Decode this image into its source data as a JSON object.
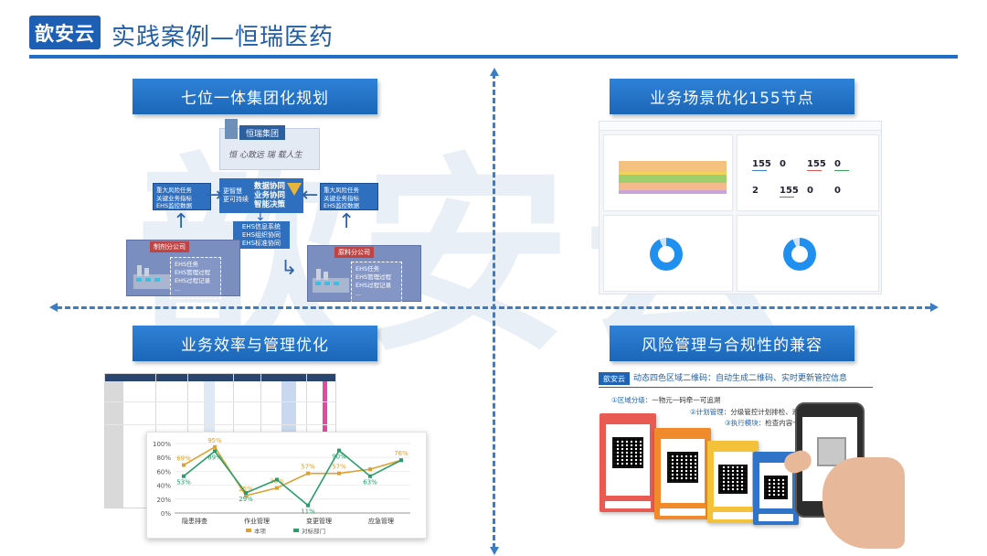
{
  "header": {
    "brand": "歆安云",
    "title": "实践案例—恒瑞医药"
  },
  "watermark": "歆安云",
  "quadrants": {
    "q1": {
      "title": "七位一体集团化规划",
      "hq_label": "恒瑞集团",
      "hq_slogan": "恒 心致远  瑞 载人生",
      "left_box": [
        "重大风险任务",
        "关键业务指标",
        "EHS监控数据"
      ],
      "right_box": [
        "重大风险任务",
        "关键业务指标",
        "EHS监控数据"
      ],
      "center_left": [
        "更智慧",
        "更可持续"
      ],
      "center_right": [
        "数据协同",
        "业务协同",
        "智能决策"
      ],
      "middle_box": [
        "EHS信息系统",
        "EHS组织协同",
        "EHS标准协同"
      ],
      "plant_left": {
        "label": "制剂分公司",
        "items": [
          "EHS任务",
          "EHS管理过程",
          "EHS过程记录",
          "..."
        ]
      },
      "plant_right": {
        "label": "原料分公司",
        "items": [
          "EHS任务",
          "EHS管理过程",
          "EHS过程记录",
          "..."
        ]
      }
    },
    "q2": {
      "title": "业务场景优化155节点",
      "kpis": [
        "155",
        "0",
        "155",
        "0",
        "2",
        "155",
        "0",
        "0"
      ]
    },
    "q3": {
      "title": "业务效率与管理优化",
      "chart_data": {
        "type": "line",
        "categories": [
          "隐患排查",
          "作业管理",
          "变更管理",
          "应急管理"
        ],
        "ylim": [
          0,
          100
        ],
        "yticks": [
          "0%",
          "20%",
          "40%",
          "60%",
          "80%",
          "100%"
        ],
        "series": [
          {
            "name": "本项",
            "color": "#e0a030",
            "values": [
              69,
              95,
              25,
              36,
              57,
              57,
              63,
              76
            ]
          },
          {
            "name": "对标部门",
            "color": "#2a9d6a",
            "values": [
              53,
              89,
              29,
              48,
              11,
              90,
              53,
              76
            ]
          }
        ],
        "labels_a": [
          "69%",
          "95%",
          "25%",
          "36%",
          "57%",
          "57%",
          "",
          "76%"
        ],
        "labels_b": [
          "53%",
          "89%",
          "29%",
          "",
          "11%",
          "90%",
          "63%",
          ""
        ]
      }
    },
    "q4": {
      "title": "风险管理与合规性的兼容",
      "tag": "歆安云",
      "headline": "动态四色区域二维码：自动生成二维码、实时更新管控信息",
      "note1_label": "①区域分级：",
      "note1_text": "一物元一码牵一可追溯",
      "note2_label": "②计划管理：",
      "note2_text": "分级管控计划排检、巡检、失检",
      "note3_label": "③执行模块：",
      "note3_text": "检查内容十人手面",
      "card_colors": [
        "#e85a52",
        "#f08a2a",
        "#f3c23a",
        "#2f74c8"
      ]
    }
  }
}
